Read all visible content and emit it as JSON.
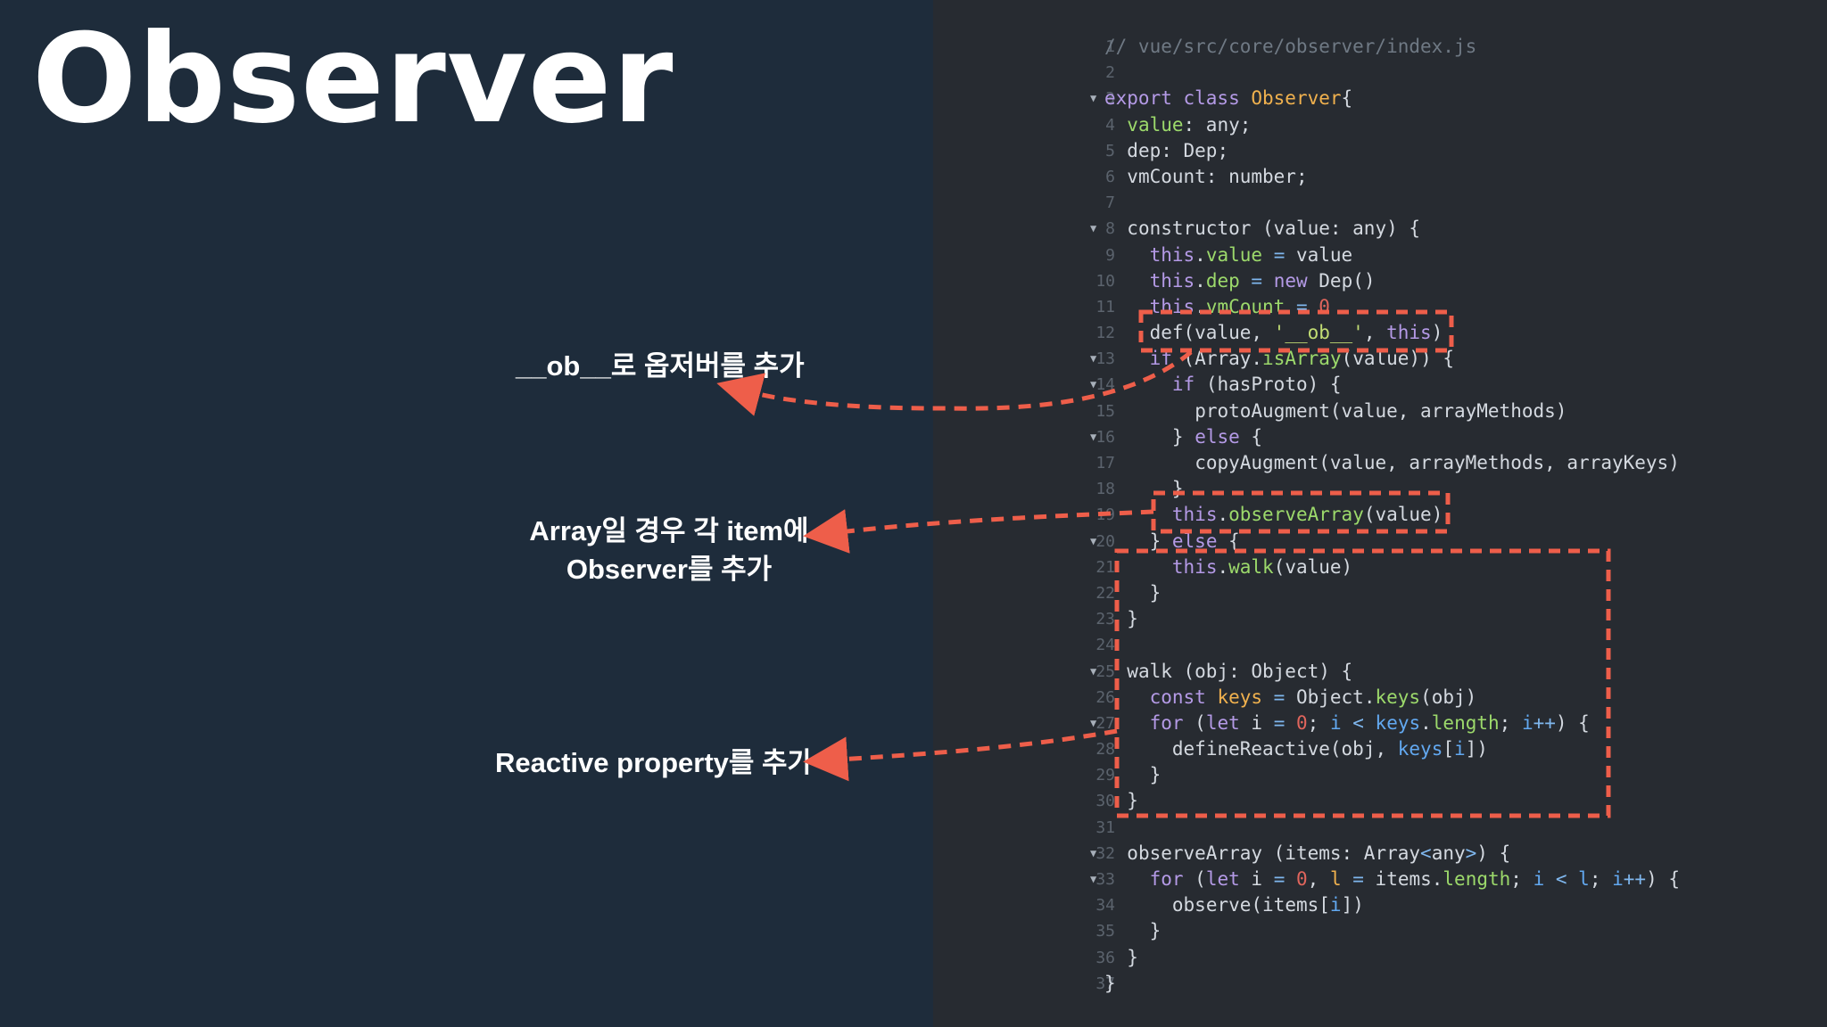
{
  "slide": {
    "title": "Observer",
    "callouts": [
      {
        "lines": [
          "__ob__로 옵저버를 추가"
        ]
      },
      {
        "lines": [
          "Array일 경우 각 item에",
          "Observer를 추가"
        ]
      },
      {
        "lines": [
          "Reactive property를 추가"
        ]
      }
    ]
  },
  "colors": {
    "accent_dashed": "#ee5e4a",
    "left_background": "#1e2c3b",
    "code_background": "#272b31"
  },
  "code_lines": [
    {
      "n": "1",
      "fold": false,
      "indent": 0,
      "tokens": [
        [
          "c-comment",
          "// vue/src/core/observer/index.js"
        ]
      ]
    },
    {
      "n": "2",
      "fold": false,
      "indent": 0,
      "tokens": []
    },
    {
      "n": "3",
      "fold": true,
      "indent": 0,
      "tokens": [
        [
          "c-kw",
          "export class "
        ],
        [
          "c-cls",
          "Observer"
        ],
        [
          "",
          "{"
        ]
      ]
    },
    {
      "n": "4",
      "fold": false,
      "indent": 1,
      "tokens": [
        [
          "c-prop",
          "value"
        ],
        [
          "",
          ": any;"
        ]
      ]
    },
    {
      "n": "5",
      "fold": false,
      "indent": 1,
      "tokens": [
        [
          "",
          "dep: Dep;"
        ]
      ]
    },
    {
      "n": "6",
      "fold": false,
      "indent": 1,
      "tokens": [
        [
          "",
          "vmCount: number;"
        ]
      ]
    },
    {
      "n": "7",
      "fold": false,
      "indent": 0,
      "tokens": []
    },
    {
      "n": "8",
      "fold": true,
      "indent": 1,
      "tokens": [
        [
          "",
          "constructor (value: any) {"
        ]
      ]
    },
    {
      "n": "9",
      "fold": false,
      "indent": 2,
      "tokens": [
        [
          "c-kw",
          "this"
        ],
        [
          "",
          "."
        ],
        [
          "c-prop",
          "value"
        ],
        [
          "c-op",
          " = "
        ],
        [
          "",
          "value"
        ]
      ]
    },
    {
      "n": "10",
      "fold": false,
      "indent": 2,
      "tokens": [
        [
          "c-kw",
          "this"
        ],
        [
          "",
          "."
        ],
        [
          "c-prop",
          "dep"
        ],
        [
          "c-op",
          " = "
        ],
        [
          "c-kw",
          "new "
        ],
        [
          "",
          "Dep()"
        ]
      ]
    },
    {
      "n": "11",
      "fold": false,
      "indent": 2,
      "tokens": [
        [
          "c-kw",
          "this"
        ],
        [
          "",
          "."
        ],
        [
          "c-prop",
          "vmCount"
        ],
        [
          "c-op",
          " = "
        ],
        [
          "c-num",
          "0"
        ]
      ]
    },
    {
      "n": "12",
      "fold": false,
      "indent": 2,
      "tokens": [
        [
          "",
          "def(value, "
        ],
        [
          "c-str",
          "'__ob__'"
        ],
        [
          "",
          ", "
        ],
        [
          "c-kw",
          "this"
        ],
        [
          "",
          ")"
        ]
      ]
    },
    {
      "n": "13",
      "fold": true,
      "indent": 2,
      "tokens": [
        [
          "c-kw",
          "if "
        ],
        [
          "",
          "(Array."
        ],
        [
          "c-prop",
          "isArray"
        ],
        [
          "",
          "(value)) {"
        ]
      ]
    },
    {
      "n": "14",
      "fold": true,
      "indent": 3,
      "tokens": [
        [
          "c-kw",
          "if "
        ],
        [
          "",
          "(hasProto) {"
        ]
      ]
    },
    {
      "n": "15",
      "fold": false,
      "indent": 4,
      "tokens": [
        [
          "",
          "protoAugment(value, arrayMethods)"
        ]
      ]
    },
    {
      "n": "16",
      "fold": true,
      "indent": 3,
      "tokens": [
        [
          "",
          "} "
        ],
        [
          "c-kw",
          "else "
        ],
        [
          "",
          "{"
        ]
      ]
    },
    {
      "n": "17",
      "fold": false,
      "indent": 4,
      "tokens": [
        [
          "",
          "copyAugment(value, arrayMethods, arrayKeys)"
        ]
      ]
    },
    {
      "n": "18",
      "fold": false,
      "indent": 3,
      "tokens": [
        [
          "",
          "}"
        ]
      ]
    },
    {
      "n": "19",
      "fold": false,
      "indent": 3,
      "tokens": [
        [
          "c-kw",
          "this"
        ],
        [
          "",
          "."
        ],
        [
          "c-prop",
          "observeArray"
        ],
        [
          "",
          "(value)"
        ]
      ]
    },
    {
      "n": "20",
      "fold": true,
      "indent": 2,
      "tokens": [
        [
          "",
          "} "
        ],
        [
          "c-kw",
          "else "
        ],
        [
          "",
          "{"
        ]
      ]
    },
    {
      "n": "21",
      "fold": false,
      "indent": 3,
      "tokens": [
        [
          "c-kw",
          "this"
        ],
        [
          "",
          "."
        ],
        [
          "c-prop",
          "walk"
        ],
        [
          "",
          "(value)"
        ]
      ]
    },
    {
      "n": "22",
      "fold": false,
      "indent": 2,
      "tokens": [
        [
          "",
          "}"
        ]
      ]
    },
    {
      "n": "23",
      "fold": false,
      "indent": 1,
      "tokens": [
        [
          "",
          "}"
        ]
      ]
    },
    {
      "n": "24",
      "fold": false,
      "indent": 0,
      "tokens": []
    },
    {
      "n": "25",
      "fold": true,
      "indent": 1,
      "tokens": [
        [
          "",
          "walk (obj: Object) {"
        ]
      ]
    },
    {
      "n": "26",
      "fold": false,
      "indent": 2,
      "tokens": [
        [
          "c-kw",
          "const "
        ],
        [
          "c-cls",
          "keys"
        ],
        [
          "c-op",
          " = "
        ],
        [
          "",
          "Object."
        ],
        [
          "c-prop",
          "keys"
        ],
        [
          "",
          "(obj)"
        ]
      ]
    },
    {
      "n": "27",
      "fold": true,
      "indent": 2,
      "tokens": [
        [
          "c-kw",
          "for "
        ],
        [
          "",
          "("
        ],
        [
          "c-kw",
          "let "
        ],
        [
          "",
          "i "
        ],
        [
          "c-op",
          "= "
        ],
        [
          "c-num",
          "0"
        ],
        [
          "",
          "; "
        ],
        [
          "c-blue",
          "i"
        ],
        [
          "c-op",
          " < "
        ],
        [
          "c-blue",
          "keys"
        ],
        [
          "",
          "."
        ],
        [
          "c-prop",
          "length"
        ],
        [
          "",
          "; "
        ],
        [
          "c-blue",
          "i"
        ],
        [
          "c-op",
          "++"
        ],
        [
          "",
          ") {"
        ]
      ]
    },
    {
      "n": "28",
      "fold": false,
      "indent": 3,
      "tokens": [
        [
          "",
          "defineReactive(obj, "
        ],
        [
          "c-blue",
          "keys"
        ],
        [
          "",
          "["
        ],
        [
          "c-blue",
          "i"
        ],
        [
          "",
          "])"
        ]
      ]
    },
    {
      "n": "29",
      "fold": false,
      "indent": 2,
      "tokens": [
        [
          "",
          "}"
        ]
      ]
    },
    {
      "n": "30",
      "fold": false,
      "indent": 1,
      "tokens": [
        [
          "",
          "}"
        ]
      ]
    },
    {
      "n": "31",
      "fold": false,
      "indent": 0,
      "tokens": []
    },
    {
      "n": "32",
      "fold": true,
      "indent": 1,
      "tokens": [
        [
          "",
          "observeArray (items: Array"
        ],
        [
          "c-op",
          "<"
        ],
        [
          "",
          "any"
        ],
        [
          "c-op",
          ">"
        ],
        [
          "",
          ") {"
        ]
      ]
    },
    {
      "n": "33",
      "fold": true,
      "indent": 2,
      "tokens": [
        [
          "c-kw",
          "for "
        ],
        [
          "",
          "("
        ],
        [
          "c-kw",
          "let "
        ],
        [
          "",
          "i "
        ],
        [
          "c-op",
          "= "
        ],
        [
          "c-num",
          "0"
        ],
        [
          "",
          ", "
        ],
        [
          "c-cls",
          "l"
        ],
        [
          "c-op",
          " = "
        ],
        [
          "",
          "items."
        ],
        [
          "c-prop",
          "length"
        ],
        [
          "",
          "; "
        ],
        [
          "c-blue",
          "i"
        ],
        [
          "c-op",
          " < "
        ],
        [
          "c-blue",
          "l"
        ],
        [
          "",
          "; "
        ],
        [
          "c-blue",
          "i"
        ],
        [
          "c-op",
          "++"
        ],
        [
          "",
          ") {"
        ]
      ]
    },
    {
      "n": "34",
      "fold": false,
      "indent": 3,
      "tokens": [
        [
          "",
          "observe(items["
        ],
        [
          "c-blue",
          "i"
        ],
        [
          "",
          "])"
        ]
      ]
    },
    {
      "n": "35",
      "fold": false,
      "indent": 2,
      "tokens": [
        [
          "",
          "}"
        ]
      ]
    },
    {
      "n": "36",
      "fold": false,
      "indent": 1,
      "tokens": [
        [
          "",
          "}"
        ]
      ]
    },
    {
      "n": "37",
      "fold": false,
      "indent": 0,
      "tokens": [
        [
          "",
          "}"
        ]
      ]
    }
  ]
}
